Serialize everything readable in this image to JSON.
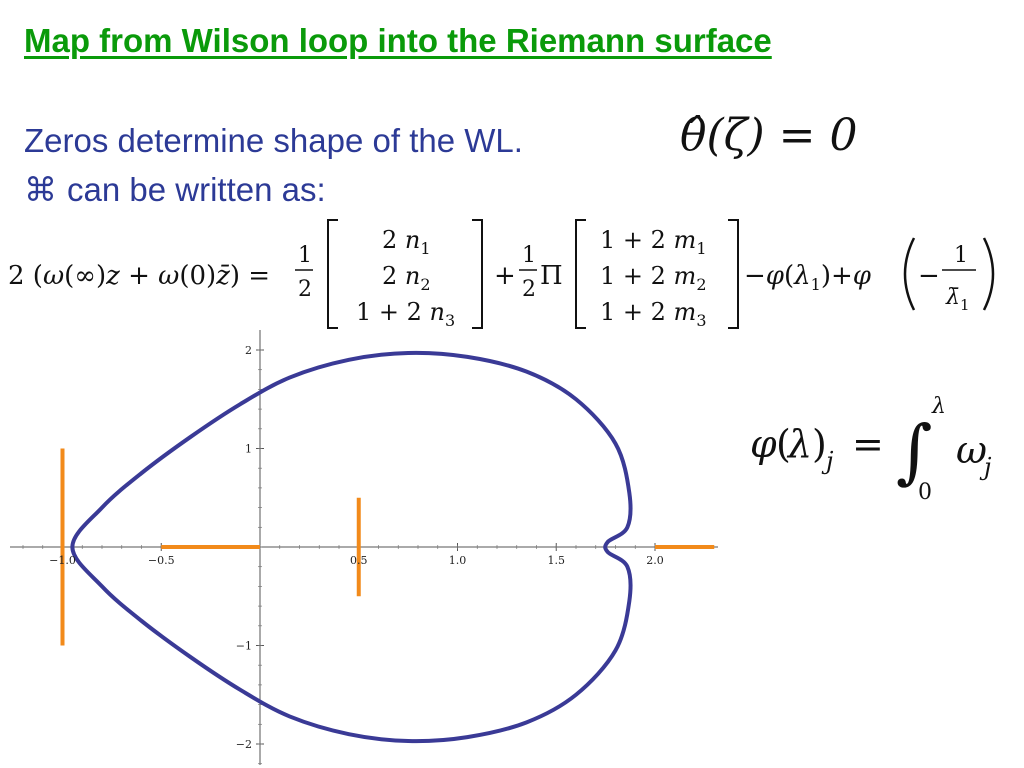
{
  "slide": {
    "title": "Map from Wilson loop into the Riemann surface",
    "line1": "Zeros determine shape of the WL.",
    "line2_bullet": "⌘",
    "line2": "can be written as:",
    "theta_equation": "θ̂(ζ) = 0",
    "main_equation": "2 (ω(∞) z + ω(0) z̄) = ½ [2n₁; 2n₂; 1+2n₃] + ½ Π [1+2m₁; 1+2m₂; 1+2m₃] − φ(λ₁) + φ(−1/λ̄₁)",
    "phi_equation": "φ(λ)ⱼ = ∫₀^λ ωⱼ"
  },
  "chart_data": {
    "type": "line",
    "x_ticks": [
      "−1.0",
      "−0.5",
      "0.5",
      "1.0",
      "1.5",
      "2.0"
    ],
    "y_ticks": [
      "2",
      "1",
      "−1",
      "−2"
    ],
    "xlim": [
      -1.25,
      2.3
    ],
    "ylim": [
      -2.2,
      2.05
    ],
    "colors": {
      "curve": "#3a3a96",
      "cuts": "#f28a1a"
    },
    "curve": {
      "x": [
        -0.95,
        -0.8,
        -0.6,
        -0.35,
        -0.1,
        0.15,
        0.45,
        0.75,
        1.05,
        1.35,
        1.6,
        1.8,
        1.87,
        1.86,
        1.76,
        1.76,
        1.86,
        1.87,
        1.8,
        1.6,
        1.35,
        1.05,
        0.75,
        0.45,
        0.15,
        -0.1,
        -0.35,
        -0.6,
        -0.8,
        -0.95
      ],
      "y": [
        0.0,
        0.4,
        0.75,
        1.12,
        1.45,
        1.72,
        1.9,
        1.97,
        1.93,
        1.78,
        1.5,
        1.05,
        0.55,
        0.2,
        0.05,
        -0.05,
        -0.2,
        -0.55,
        -1.05,
        -1.5,
        -1.78,
        -1.93,
        -1.97,
        -1.9,
        -1.72,
        -1.45,
        -1.12,
        -0.75,
        -0.4,
        0.0
      ]
    },
    "cuts": [
      {
        "x": [
          -1.0,
          -1.0
        ],
        "y": [
          1.0,
          -1.0
        ]
      },
      {
        "x": [
          -0.5,
          0.0
        ],
        "y": [
          0.0,
          0.0
        ]
      },
      {
        "x": [
          0.5,
          0.5
        ],
        "y": [
          0.5,
          -0.5
        ]
      },
      {
        "x": [
          2.0,
          2.3
        ],
        "y": [
          0.0,
          0.0
        ]
      }
    ]
  }
}
